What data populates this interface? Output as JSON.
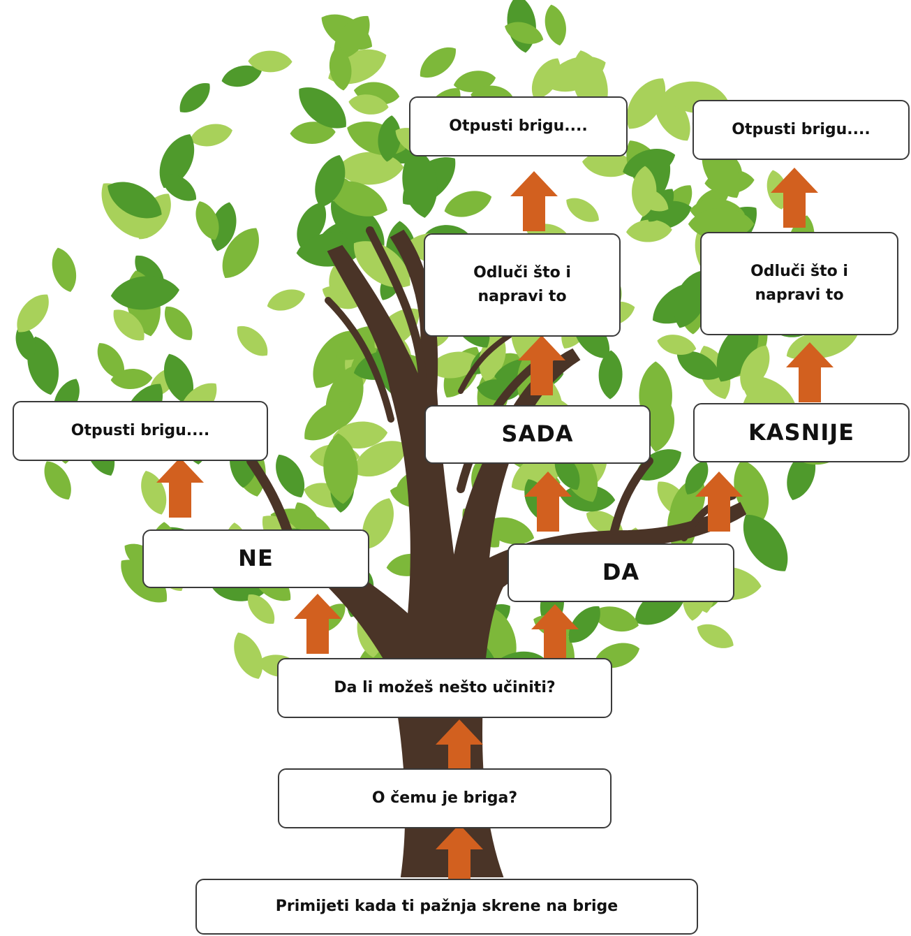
{
  "colors": {
    "leaf_light": "#a8d15a",
    "leaf_mid": "#7db83a",
    "leaf_dark": "#4f9a2c",
    "trunk": "#4a3427",
    "arrow": "#d2601f",
    "box_border": "#3a3a3a"
  },
  "nodes": {
    "notice": "Primijeti kada ti pažnja skrene na brige",
    "what": "O čemu je briga?",
    "can_do": "Da li možeš nešto učiniti?",
    "no": "NE",
    "yes": "DA",
    "let_go_left": "Otpusti brigu....",
    "now": "SADA",
    "later": "KASNIJE",
    "decide_now_1": "Odluči što i",
    "decide_now_2": "napravi to",
    "decide_later_1": "Odluči što i",
    "decide_later_2": "napravi to",
    "let_go_top": "Otpusti brigu....",
    "let_go_right": "Otpusti brigu...."
  }
}
